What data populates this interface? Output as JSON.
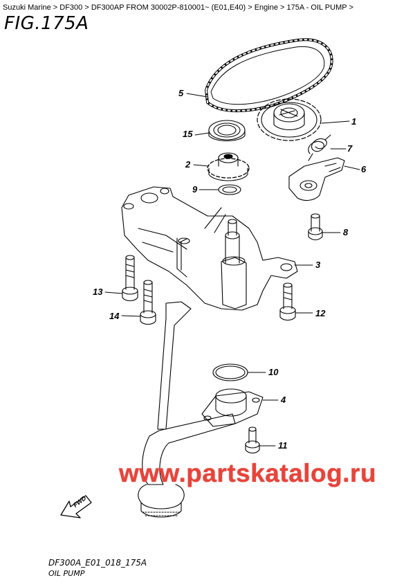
{
  "breadcrumb": {
    "items": [
      "Suzuki Marine",
      "DF300",
      "DF300AP FROM 30002P-810001~ (E01,E40)",
      "Engine",
      "175A - OIL PUMP"
    ],
    "separator": ">"
  },
  "figure": {
    "title": "FIG.175A",
    "code": "DF300A_E01_018_175A",
    "caption": "OIL PUMP"
  },
  "callouts": {
    "c1": "1",
    "c2": "2",
    "c3": "3",
    "c4": "4",
    "c5": "5",
    "c6": "6",
    "c7": "7",
    "c8": "8",
    "c9": "9",
    "c10": "10",
    "c11": "11",
    "c12": "12",
    "c13": "13",
    "c14": "14",
    "c15": "15"
  },
  "direction_label": "FWD",
  "watermark": "www.partskatalog.ru",
  "colors": {
    "watermark": "#e8443a",
    "line": "#000000"
  }
}
